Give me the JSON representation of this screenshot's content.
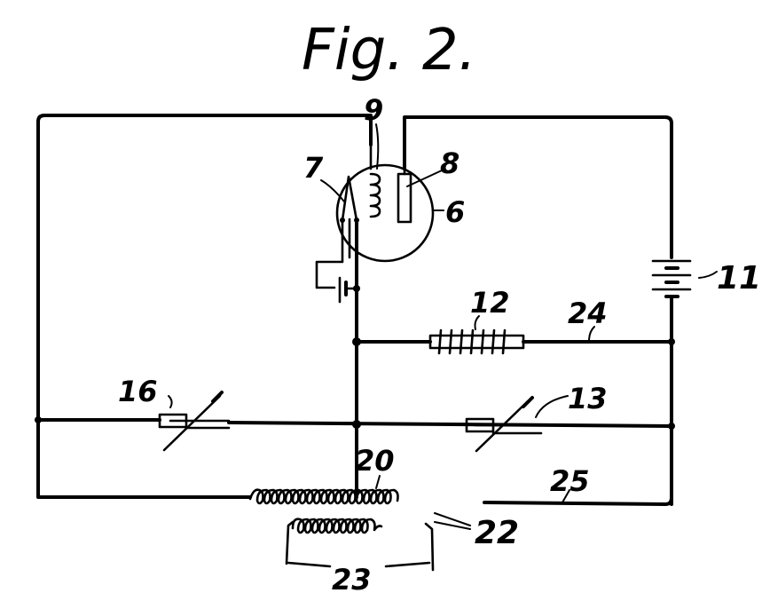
{
  "figure": {
    "title": "Fig. 2.",
    "ink_color": "#000000",
    "background_color": "#ffffff"
  },
  "components": {
    "tube": {
      "ref": "6",
      "name": "vacuum tube envelope"
    },
    "filament": {
      "ref": "7",
      "name": "filament / cathode"
    },
    "plate": {
      "ref": "8",
      "name": "plate / anode"
    },
    "grid": {
      "ref": "9",
      "name": "grid coil"
    },
    "battery": {
      "ref": "11",
      "name": "battery"
    },
    "inductor": {
      "ref": "12",
      "name": "choke coil"
    },
    "variable_capacitor_right": {
      "ref": "13",
      "name": "variable condenser"
    },
    "variable_capacitor_left": {
      "ref": "16",
      "name": "variable condenser"
    },
    "primary_coil": {
      "ref": "20",
      "name": "coil"
    },
    "tap": {
      "ref": "22",
      "name": "coil tap"
    },
    "secondary_coil": {
      "ref": "23",
      "name": "coupled coil"
    },
    "wire_upper": {
      "ref": "24",
      "name": "conductor"
    },
    "wire_lower": {
      "ref": "25",
      "name": "conductor"
    }
  }
}
